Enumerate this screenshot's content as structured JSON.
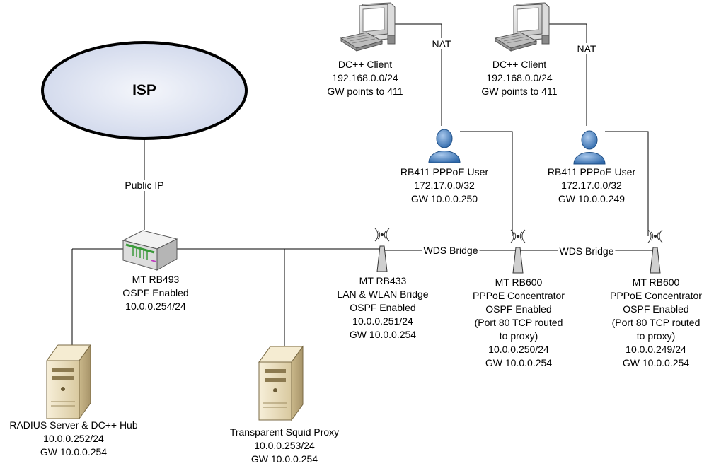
{
  "isp": {
    "label": "ISP"
  },
  "links": {
    "isp_uplink": "Public IP",
    "nat_left": "NAT",
    "nat_right": "NAT",
    "wds_left": "WDS Bridge",
    "wds_right": "WDS Bridge"
  },
  "nodes": {
    "rb493": {
      "lines": [
        "MT RB493",
        "OSPF Enabled",
        "10.0.0.254/24"
      ]
    },
    "radius": {
      "lines": [
        "RADIUS Server & DC++ Hub",
        "10.0.0.252/24",
        "GW 10.0.0.254"
      ]
    },
    "squid": {
      "lines": [
        "Transparent Squid Proxy",
        "10.0.0.253/24",
        "GW 10.0.0.254"
      ]
    },
    "rb433": {
      "lines": [
        "MT RB433",
        "LAN & WLAN Bridge",
        "OSPF Enabled",
        "10.0.0.251/24",
        "GW 10.0.0.254"
      ]
    },
    "rb600_a": {
      "lines": [
        "MT RB600",
        "PPPoE Concentrator",
        "OSPF Enabled",
        "(Port 80 TCP routed",
        "to proxy)",
        "10.0.0.250/24",
        "GW 10.0.0.254"
      ]
    },
    "rb600_b": {
      "lines": [
        "MT RB600",
        "PPPoE Concentrator",
        "OSPF Enabled",
        "(Port 80 TCP routed",
        "to proxy)",
        "10.0.0.249/24",
        "GW 10.0.0.254"
      ]
    },
    "user_a": {
      "lines": [
        "RB411 PPPoE User",
        "172.17.0.0/32",
        "GW 10.0.0.250"
      ]
    },
    "user_b": {
      "lines": [
        "RB411 PPPoE User",
        "172.17.0.0/32",
        "GW 10.0.0.249"
      ]
    },
    "client_a": {
      "lines": [
        "DC++ Client",
        "192.168.0.0/24",
        "GW points to 411"
      ]
    },
    "client_b": {
      "lines": [
        "DC++ Client",
        "192.168.0.0/24",
        "GW points to 411"
      ]
    }
  },
  "icons": {
    "isp": "cloud-ellipse-icon",
    "router": "router-icon",
    "server": "server-tower-icon",
    "antenna": "antenna-icon",
    "user": "user-icon",
    "workstation": "workstation-icon"
  },
  "colors": {
    "isp_fill": "#dde3f2",
    "user_blue": "#4f86c6",
    "server_beige": "#efe3c6"
  }
}
